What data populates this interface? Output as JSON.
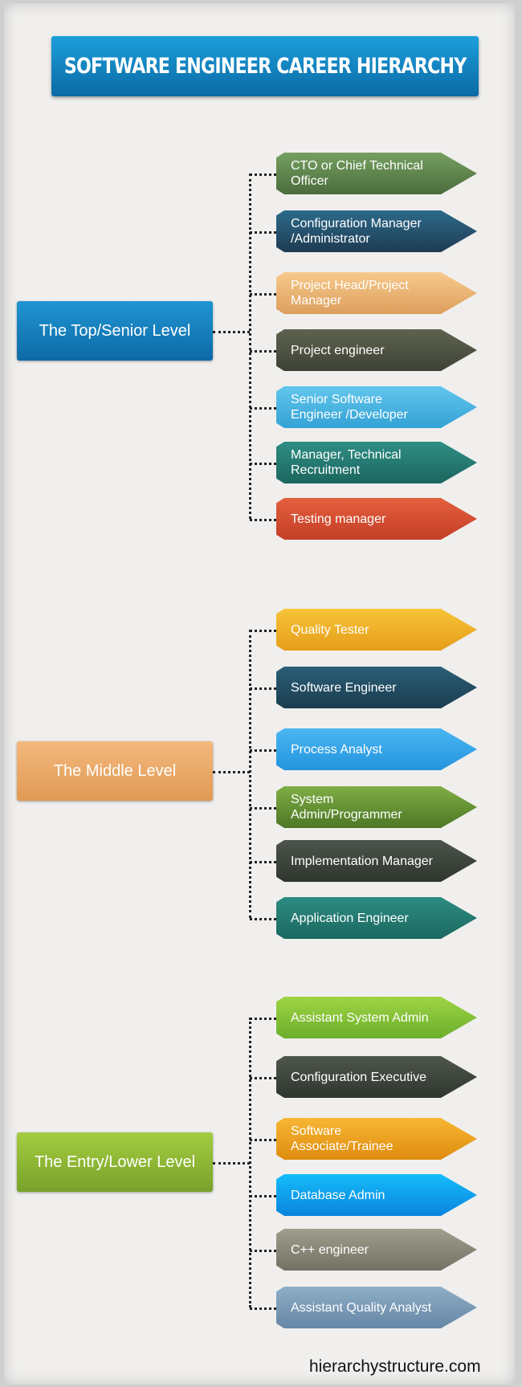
{
  "title": "SOFTWARE ENGINEER CAREER HIERARCHY",
  "levels": [
    {
      "label": "The Top/Senior Level",
      "color": [
        "#1f95d2",
        "#0e6aa6"
      ],
      "items": [
        {
          "label": "CTO or Chief Technical Officer",
          "color": [
            "#75a060",
            "#4b6c3c"
          ]
        },
        {
          "label": "Configuration Manager /Administrator",
          "color": [
            "#2d6a8a",
            "#1e3b52"
          ]
        },
        {
          "label": "Project Head/Project Manager",
          "color": [
            "#f6c98c",
            "#dd9f5c"
          ]
        },
        {
          "label": "Project engineer",
          "color": [
            "#5e6350",
            "#3e4236"
          ]
        },
        {
          "label": "Senior Software Engineer /Developer",
          "color": [
            "#62c6ec",
            "#34a2d6"
          ]
        },
        {
          "label": "Manager, Technical Recruitment",
          "color": [
            "#2f8e84",
            "#1b665e"
          ]
        },
        {
          "label": "Testing manager",
          "color": [
            "#e5603e",
            "#c33e26"
          ]
        }
      ]
    },
    {
      "label": "The Middle Level",
      "color": [
        "#f3b87c",
        "#e09a55"
      ],
      "items": [
        {
          "label": "Quality Tester",
          "color": [
            "#f7c438",
            "#e69d1a"
          ]
        },
        {
          "label": "Software Engineer",
          "color": [
            "#2c5e76",
            "#1a3d50"
          ]
        },
        {
          "label": "Process Analyst",
          "color": [
            "#4ab6f2",
            "#2494de"
          ]
        },
        {
          "label": "System Admin/Programmer",
          "color": [
            "#7fae44",
            "#4d7726"
          ]
        },
        {
          "label": "Implementation Manager",
          "color": [
            "#4c544c",
            "#2e362e"
          ]
        },
        {
          "label": "Application Engineer",
          "color": [
            "#2d8c82",
            "#1b6860"
          ]
        }
      ]
    },
    {
      "label": "The Entry/Lower Level",
      "color": [
        "#a3cc40",
        "#78a22a"
      ],
      "items": [
        {
          "label": "Assistant System Admin",
          "color": [
            "#9ed444",
            "#6cae2c"
          ]
        },
        {
          "label": "Configuration Executive",
          "color": [
            "#4e564c",
            "#2e362e"
          ]
        },
        {
          "label": "Software Associate/Trainee",
          "color": [
            "#f8b634",
            "#de8c0e"
          ]
        },
        {
          "label": "Database Admin",
          "color": [
            "#14bcfa",
            "#0a84de"
          ]
        },
        {
          "label": "C++ engineer",
          "color": [
            "#a09e8c",
            "#727264"
          ]
        },
        {
          "label": "Assistant Quality Analyst",
          "color": [
            "#8eaec6",
            "#6686a6"
          ]
        }
      ]
    }
  ],
  "footer": "hierarchystructure.com"
}
